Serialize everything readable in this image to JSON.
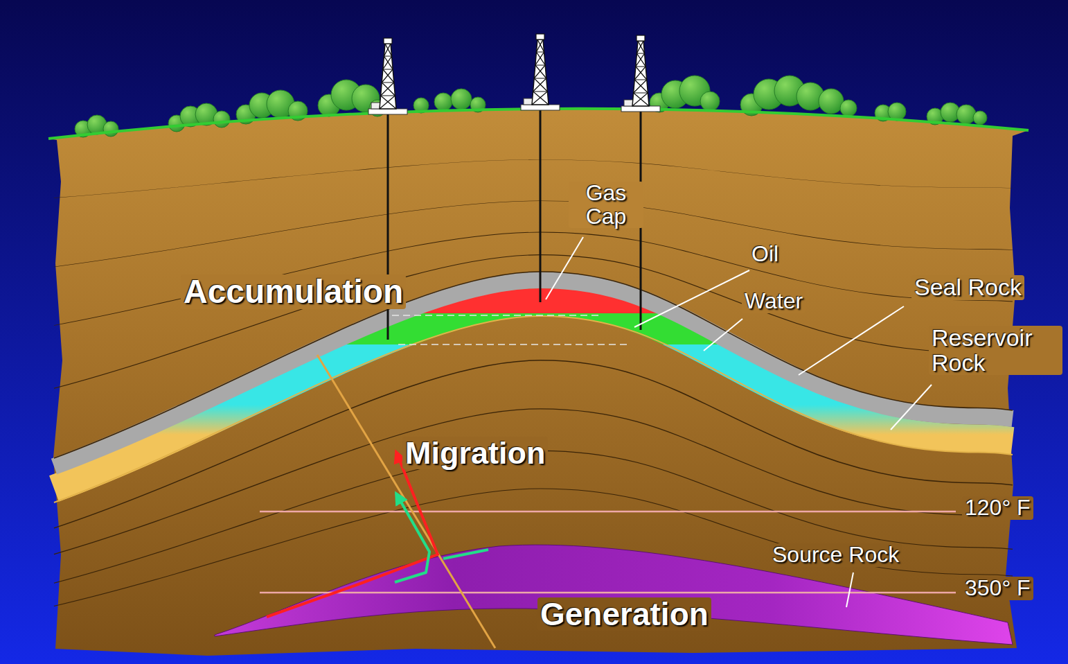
{
  "diagram": {
    "labels": [
      "Gas Cap",
      "Oil",
      "Accumulation",
      "Water",
      "Seal Rock",
      "Reservoir Rock",
      "Migration",
      "120° F",
      "Source Rock",
      "350° F",
      "Generation"
    ]
  }
}
